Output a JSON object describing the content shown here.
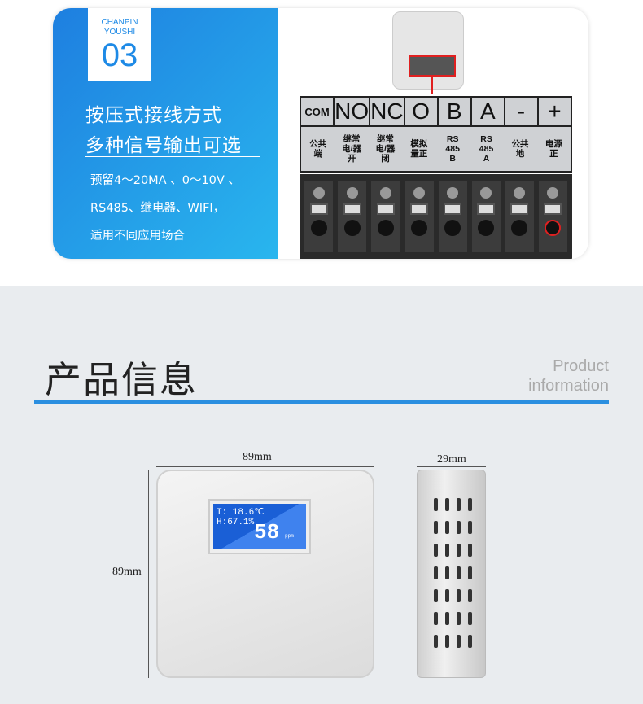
{
  "feature": {
    "badge_top": "CHANPIN",
    "badge_bottom": "YOUSHI",
    "badge_number": "03",
    "headline_1": "按压式接线方式",
    "headline_2": "多种信号输出可选",
    "desc_1": "预留4～20MA 、0～10V 、",
    "desc_2": "RS485、继电器、WIFI，",
    "desc_3": "适用不同应用场合",
    "terminals": [
      {
        "code": "COM",
        "desc": "公共端"
      },
      {
        "code": "NO",
        "desc": "继常电/器开"
      },
      {
        "code": "NC",
        "desc": "继常电/器闭"
      },
      {
        "code": "O",
        "desc": "模拟量正"
      },
      {
        "code": "B",
        "desc": "RS 485 B"
      },
      {
        "code": "A",
        "desc": "RS 485 A"
      },
      {
        "code": "-",
        "desc": "公共地"
      },
      {
        "code": "+",
        "desc": "电源正"
      }
    ]
  },
  "info": {
    "title": "产品信息",
    "en_1": "Product",
    "en_2": "information",
    "front_width": "89mm",
    "front_height": "89mm",
    "side_depth": "29mm",
    "display": {
      "line1": "T: 18.6℃ H:67.1%",
      "value": "58",
      "unit": "ppm"
    }
  },
  "colors": {
    "accent": "#2b8fe0",
    "bg": "#e9ecef"
  }
}
